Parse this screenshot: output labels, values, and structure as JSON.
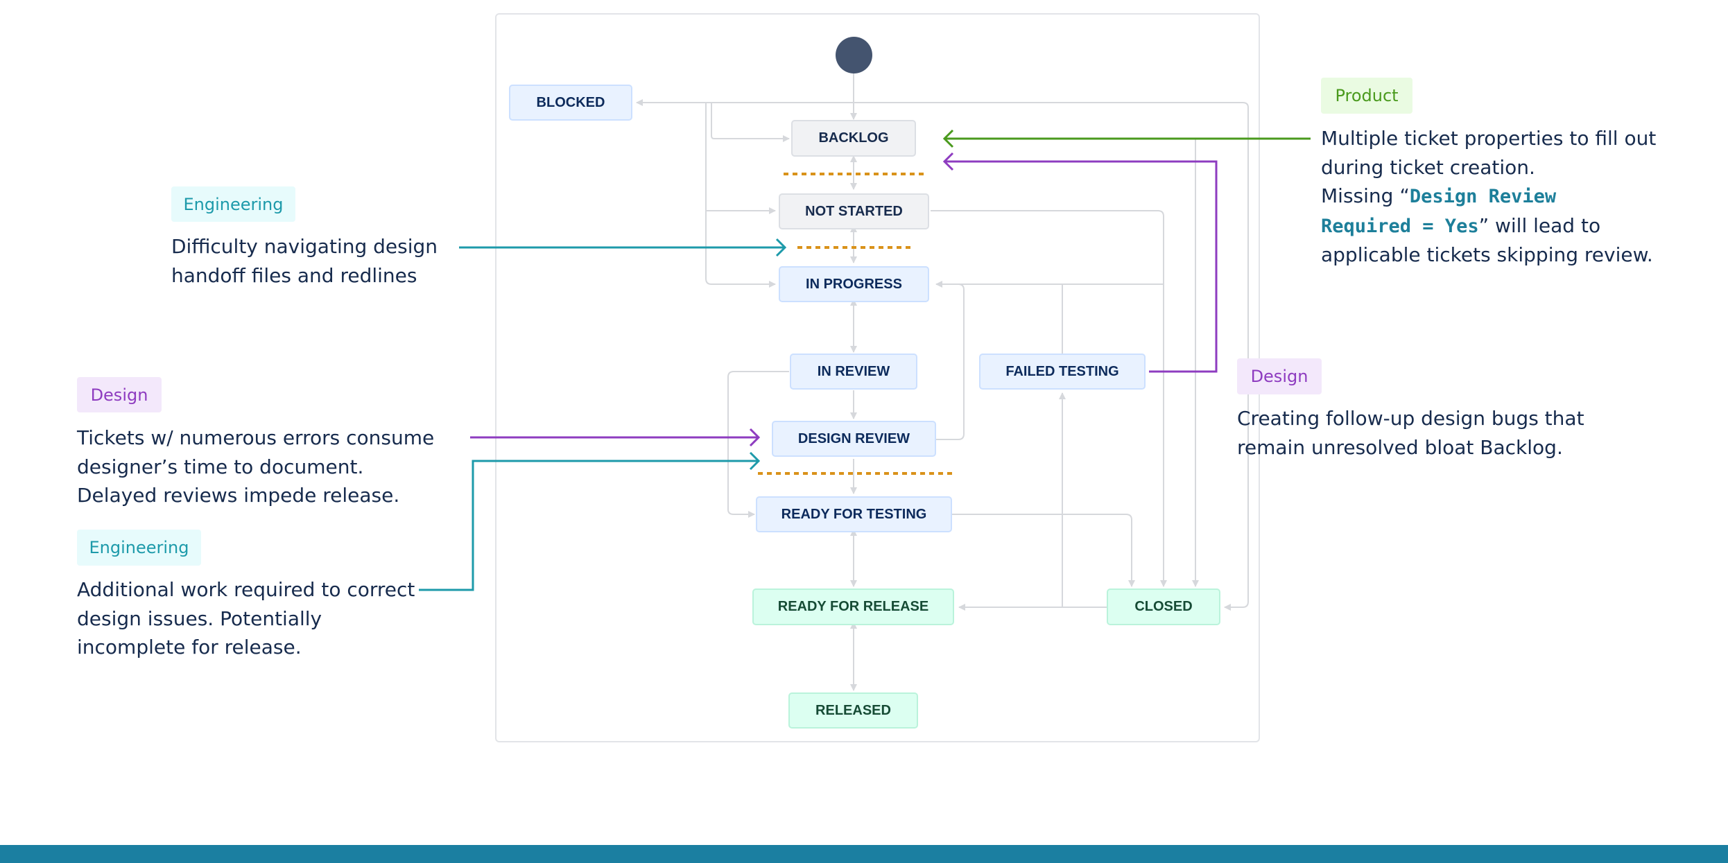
{
  "diagram": {
    "states": {
      "blocked": "BLOCKED",
      "backlog": "BACKLOG",
      "not_started": "NOT STARTED",
      "in_progress": "IN PROGRESS",
      "in_review": "IN REVIEW",
      "failed_testing": "FAILED TESTING",
      "design_review": "DESIGN REVIEW",
      "ready_for_testing": "READY FOR TESTING",
      "ready_for_release": "READY FOR RELEASE",
      "closed": "CLOSED",
      "released": "RELEASED"
    }
  },
  "annotations": {
    "engineering_1": {
      "tag": "Engineering",
      "lines": [
        "Difficulty navigating design",
        "handoff files and redlines"
      ]
    },
    "design_1": {
      "tag": "Design",
      "lines": [
        "Tickets w/ numerous errors consume",
        "designer’s time to document.",
        "Delayed reviews impede release."
      ]
    },
    "engineering_2": {
      "tag": "Engineering",
      "lines": [
        "Additional work required to correct",
        "design issues. Potentially",
        "incomplete for release."
      ]
    },
    "product": {
      "tag": "Product",
      "line1": "Multiple ticket properties to fill out",
      "line2": "during ticket creation.",
      "line3_prefix": "Missing “",
      "code_part1": "Design Review",
      "code_part2": "Required = Yes",
      "line4_suffix": "” will lead to",
      "line5": "applicable tickets skipping review."
    },
    "design_2": {
      "tag": "Design",
      "lines": [
        "Creating follow-up design bugs that",
        "remain unresolved bloat Backlog."
      ]
    }
  },
  "colors": {
    "engineering": "#1d9aaa",
    "design": "#8e3cc0",
    "product": "#4a9a1d",
    "pain_point_marker": "#d9921a",
    "connector": "#d6d8dc",
    "footer_bar": "#1b7fa1"
  }
}
